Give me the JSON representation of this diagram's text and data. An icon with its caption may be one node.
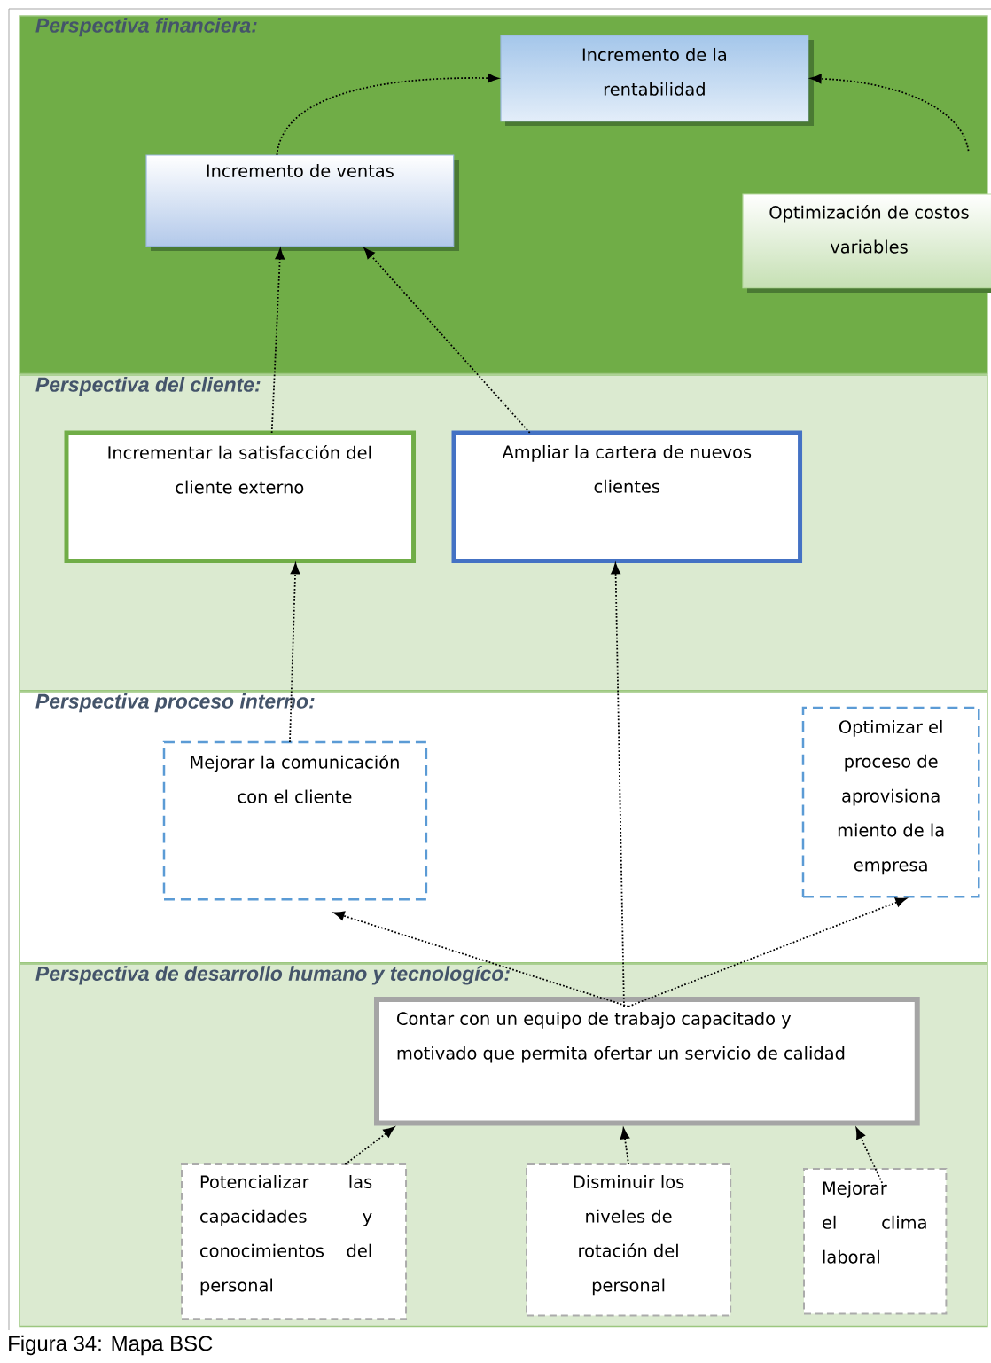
{
  "diagram": {
    "caption": "Figura 34: Mapa BSC",
    "nodes": [
      {
        "text": [
          "Perspectiva financiera:"
        ]
      },
      {
        "text": [
          "Incremento de la rentabilidad"
        ],
        "in": 0
      },
      {
        "text": [
          "Incremento de ventas"
        ],
        "in": 0
      },
      {
        "text": [
          "Optimización de costos variables"
        ],
        "in": 0
      },
      {
        "text": [
          "Perspectiva del cliente:"
        ]
      },
      {
        "text": [
          "Incrementar la satisfacción del cliente externo"
        ],
        "in": 4
      },
      {
        "text": [
          "Ampliar la cartera de nuevos clientes"
        ],
        "in": 4
      },
      {
        "text": [
          "Perspectiva proceso interno:"
        ]
      },
      {
        "text": [
          "Mejorar la comunicación con el cliente"
        ],
        "in": 7
      },
      {
        "text": [
          "Optimizar el proceso de aprovisiona miento de la empresa"
        ],
        "in": 7
      },
      {
        "text": [
          "Perspectiva de desarrollo humano y tecnologíco:"
        ]
      },
      {
        "text": [
          "Contar con  un equipo de trabajo capacitado y motivado que permita ofertar un servicio de calidad"
        ],
        "in": 10
      },
      {
        "text": [
          "Potencializar las capacidades y conocimientos del personal"
        ],
        "in": 10
      },
      {
        "text": [
          "Disminuir los niveles de rotación del personal"
        ],
        "in": 10
      },
      {
        "text": [
          "Mejorar el clima laboral"
        ],
        "in": 10
      }
    ],
    "edges": [
      {
        "from": 2,
        "to": 1,
        "arrow": "to"
      },
      {
        "from": 3,
        "to": 1,
        "arrow": "to"
      },
      {
        "from": 5,
        "to": 2,
        "arrow": "to"
      },
      {
        "from": 6,
        "to": 2,
        "arrow": "to"
      },
      {
        "from": 8,
        "to": 5,
        "arrow": "to"
      },
      {
        "from": 11,
        "to": 8,
        "arrow": "to"
      },
      {
        "from": 11,
        "to": 6,
        "arrow": "to"
      },
      {
        "from": 11,
        "to": 9,
        "arrow": "to"
      },
      {
        "from": 12,
        "to": 11,
        "arrow": "to"
      },
      {
        "from": 13,
        "to": 11,
        "arrow": "to"
      },
      {
        "from": 14,
        "to": 11,
        "arrow": "to"
      }
    ]
  }
}
